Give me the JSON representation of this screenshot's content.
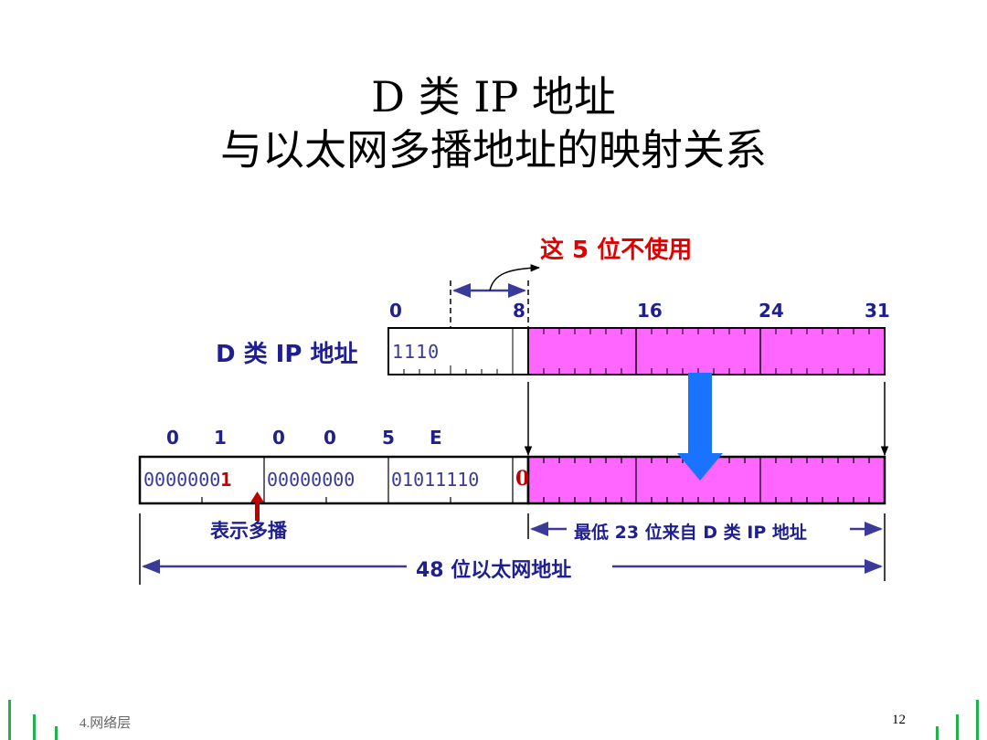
{
  "slide": {
    "title_line1": "D 类 IP 地址",
    "title_line2": "与以太网多播地址的映射关系"
  },
  "diagram": {
    "unused_note": "这 5 位不使用",
    "ip_label": "D 类 IP 地址",
    "ip_prefix_bits": "1110",
    "bit_positions": [
      "0",
      "8",
      "16",
      "24",
      "31"
    ],
    "mac_hex_digits": [
      "0",
      "1",
      "0",
      "0",
      "5",
      "E"
    ],
    "mac_bits_group1": "0000000",
    "mac_multicast_bit": "1",
    "mac_bits_group2": "00000000",
    "mac_bits_group3": "01011110",
    "mac_zero_bit": "0",
    "multicast_label": "表示多播",
    "low23_label": "最低 23 位来自 D 类 IP 地址",
    "mac48_label": "48 位以太网地址",
    "colors": {
      "field": "#ff66ff",
      "label": "#1f1f8f",
      "note": "#e00000",
      "arrow": "#1a73ff",
      "marker": "#c00000"
    }
  },
  "footer": {
    "section": "4.网络层",
    "page_number": "12"
  }
}
